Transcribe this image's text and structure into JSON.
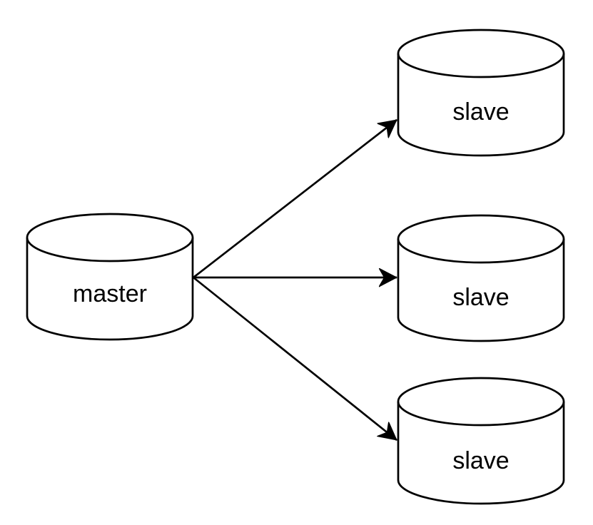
{
  "diagram": {
    "background_color": "#ffffff",
    "line_color": "#000000",
    "text_color": "#000000",
    "nodes": [
      {
        "id": "master",
        "label": "master",
        "shape": "database-cylinder"
      },
      {
        "id": "slave-1",
        "label": "slave",
        "shape": "database-cylinder"
      },
      {
        "id": "slave-2",
        "label": "slave",
        "shape": "database-cylinder"
      },
      {
        "id": "slave-3",
        "label": "slave",
        "shape": "database-cylinder"
      }
    ],
    "edges": [
      {
        "from": "master",
        "to": "slave-1",
        "arrow": "filled-notched-triangle"
      },
      {
        "from": "master",
        "to": "slave-2",
        "arrow": "filled-notched-triangle"
      },
      {
        "from": "master",
        "to": "slave-3",
        "arrow": "filled-notched-triangle"
      }
    ]
  }
}
